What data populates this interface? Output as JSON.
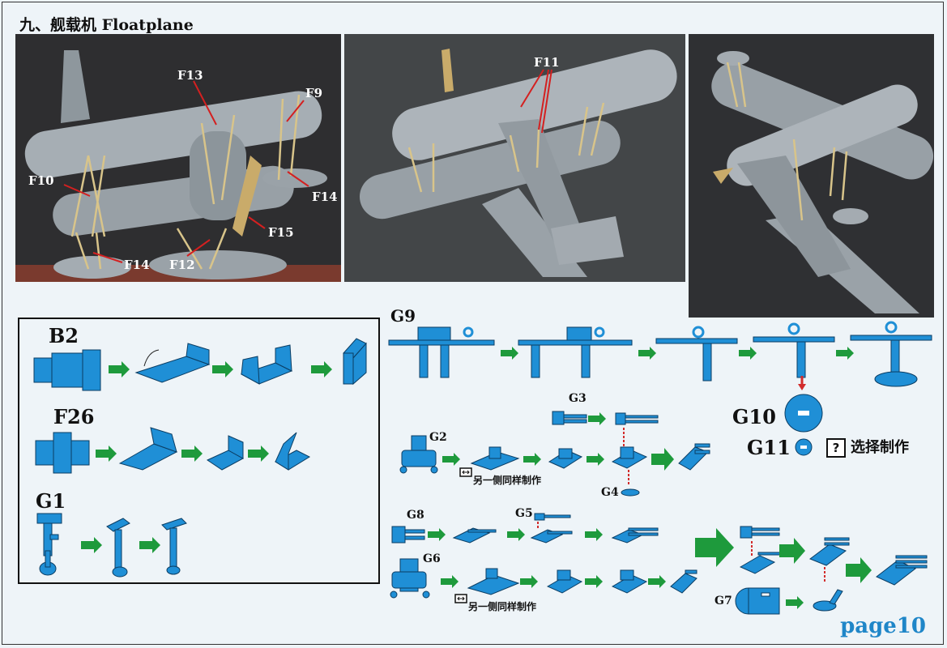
{
  "title": "九、舰载机 Floatplane",
  "photos": {
    "photo1_labels": [
      "F13",
      "F9",
      "F10",
      "F14",
      "F15",
      "F14",
      "F12"
    ],
    "photo2_labels": [
      "F11"
    ]
  },
  "parts": {
    "b2": "B2",
    "f26": "F26",
    "g1": "G1",
    "g9": "G9",
    "g3": "G3",
    "g2": "G2",
    "g4": "G4",
    "g10": "G10",
    "g11": "G11",
    "g8": "G8",
    "g5": "G5",
    "g6": "G6",
    "g7": "G7"
  },
  "notes": {
    "other_side_1": "另一侧同样制作",
    "other_side_2": "另一侧同样制作"
  },
  "legend": {
    "symbol": "?",
    "text": "选择制作"
  },
  "page": "page10",
  "colors": {
    "part_blue": "#1f8fd6",
    "arrow_green": "#1e9a3c",
    "arrow_red": "#d22c2c",
    "photo_bg_1": "#3a3a3a",
    "plane_grey": "#9aa2a8"
  }
}
